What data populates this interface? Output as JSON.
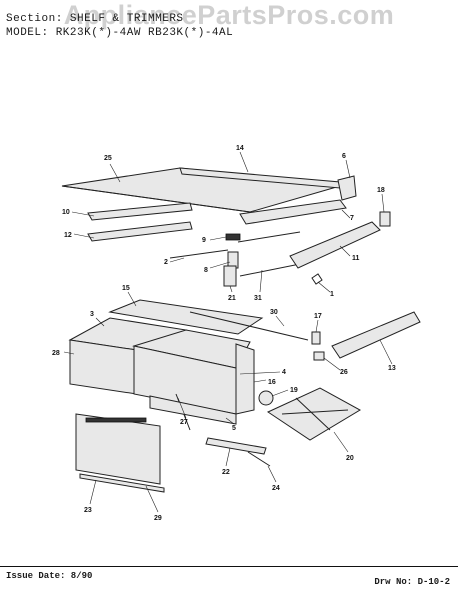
{
  "header": {
    "line1": "Section: SHELF & TRIMMERS",
    "line2": "MODEL: RK23K(*)-4AW  RB23K(*)-4AL"
  },
  "watermark": "AppliancePartsPros.com",
  "footer": {
    "issue": "Issue Date: 8/90",
    "drawing": "Drw No: D-10-2"
  },
  "callouts": [
    "25",
    "14",
    "6",
    "18",
    "10",
    "12",
    "7",
    "9",
    "2",
    "8",
    "21",
    "31",
    "11",
    "1",
    "15",
    "30",
    "3",
    "17",
    "28",
    "4",
    "16",
    "26",
    "13",
    "19",
    "5",
    "27",
    "20",
    "22",
    "23",
    "29",
    "24"
  ]
}
